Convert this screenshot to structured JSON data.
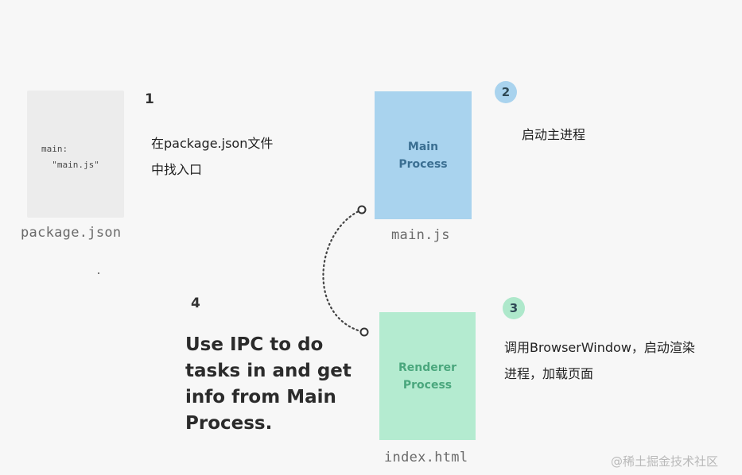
{
  "package": {
    "code_line1": "main:",
    "code_line2": "  \"main.js\"",
    "file_label": "package.json"
  },
  "step1": {
    "number": "1",
    "line1": "在package.json文件",
    "line2": "中找入口"
  },
  "main_process": {
    "title_line1": "Main",
    "title_line2": "Process",
    "file_label": "main.js",
    "color": "#a9d3ee"
  },
  "step2": {
    "number": "2",
    "text": "启动主进程"
  },
  "renderer_process": {
    "title_line1": "Renderer",
    "title_line2": "Process",
    "file_label": "index.html",
    "color": "#b4ebd0"
  },
  "step3": {
    "number": "3",
    "line1": "调用BrowserWindow，启动渲染",
    "line2": "进程，加载页面"
  },
  "step4": {
    "number": "4",
    "line1": "Use IPC to do",
    "line2": "tasks in and get",
    "line3": "info from Main",
    "line4": "Process."
  },
  "watermark": "@稀土掘金技术社区"
}
